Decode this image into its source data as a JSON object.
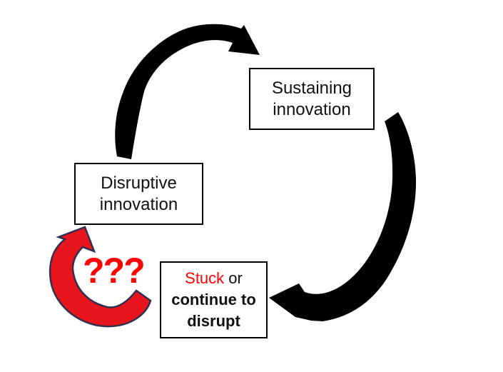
{
  "boxes": {
    "sustaining": {
      "line1": "Sustaining",
      "line2": "innovation"
    },
    "disruptive": {
      "line1": "Disruptive",
      "line2": "innovation"
    },
    "stuck": {
      "word_stuck": "Stuck",
      "word_or": " or",
      "line2": "continue to",
      "line3": "disrupt"
    }
  },
  "annotations": {
    "question_marks": "???"
  },
  "arrows": [
    {
      "name": "disruptive-to-sustaining",
      "color": "black",
      "shape": "curved-arc"
    },
    {
      "name": "sustaining-to-stuck",
      "color": "black",
      "shape": "curved-arc"
    },
    {
      "name": "stuck-to-disruptive",
      "color": "red",
      "shape": "curved-arc-loop"
    }
  ],
  "colors": {
    "background": "#ffffff",
    "arrow-black": "#010101",
    "arrow-red-fill": "#e8151c",
    "arrow-red-outline": "#30304f",
    "text-red": "#fb0505",
    "text-black": "#111111",
    "box-border": "#000000"
  }
}
